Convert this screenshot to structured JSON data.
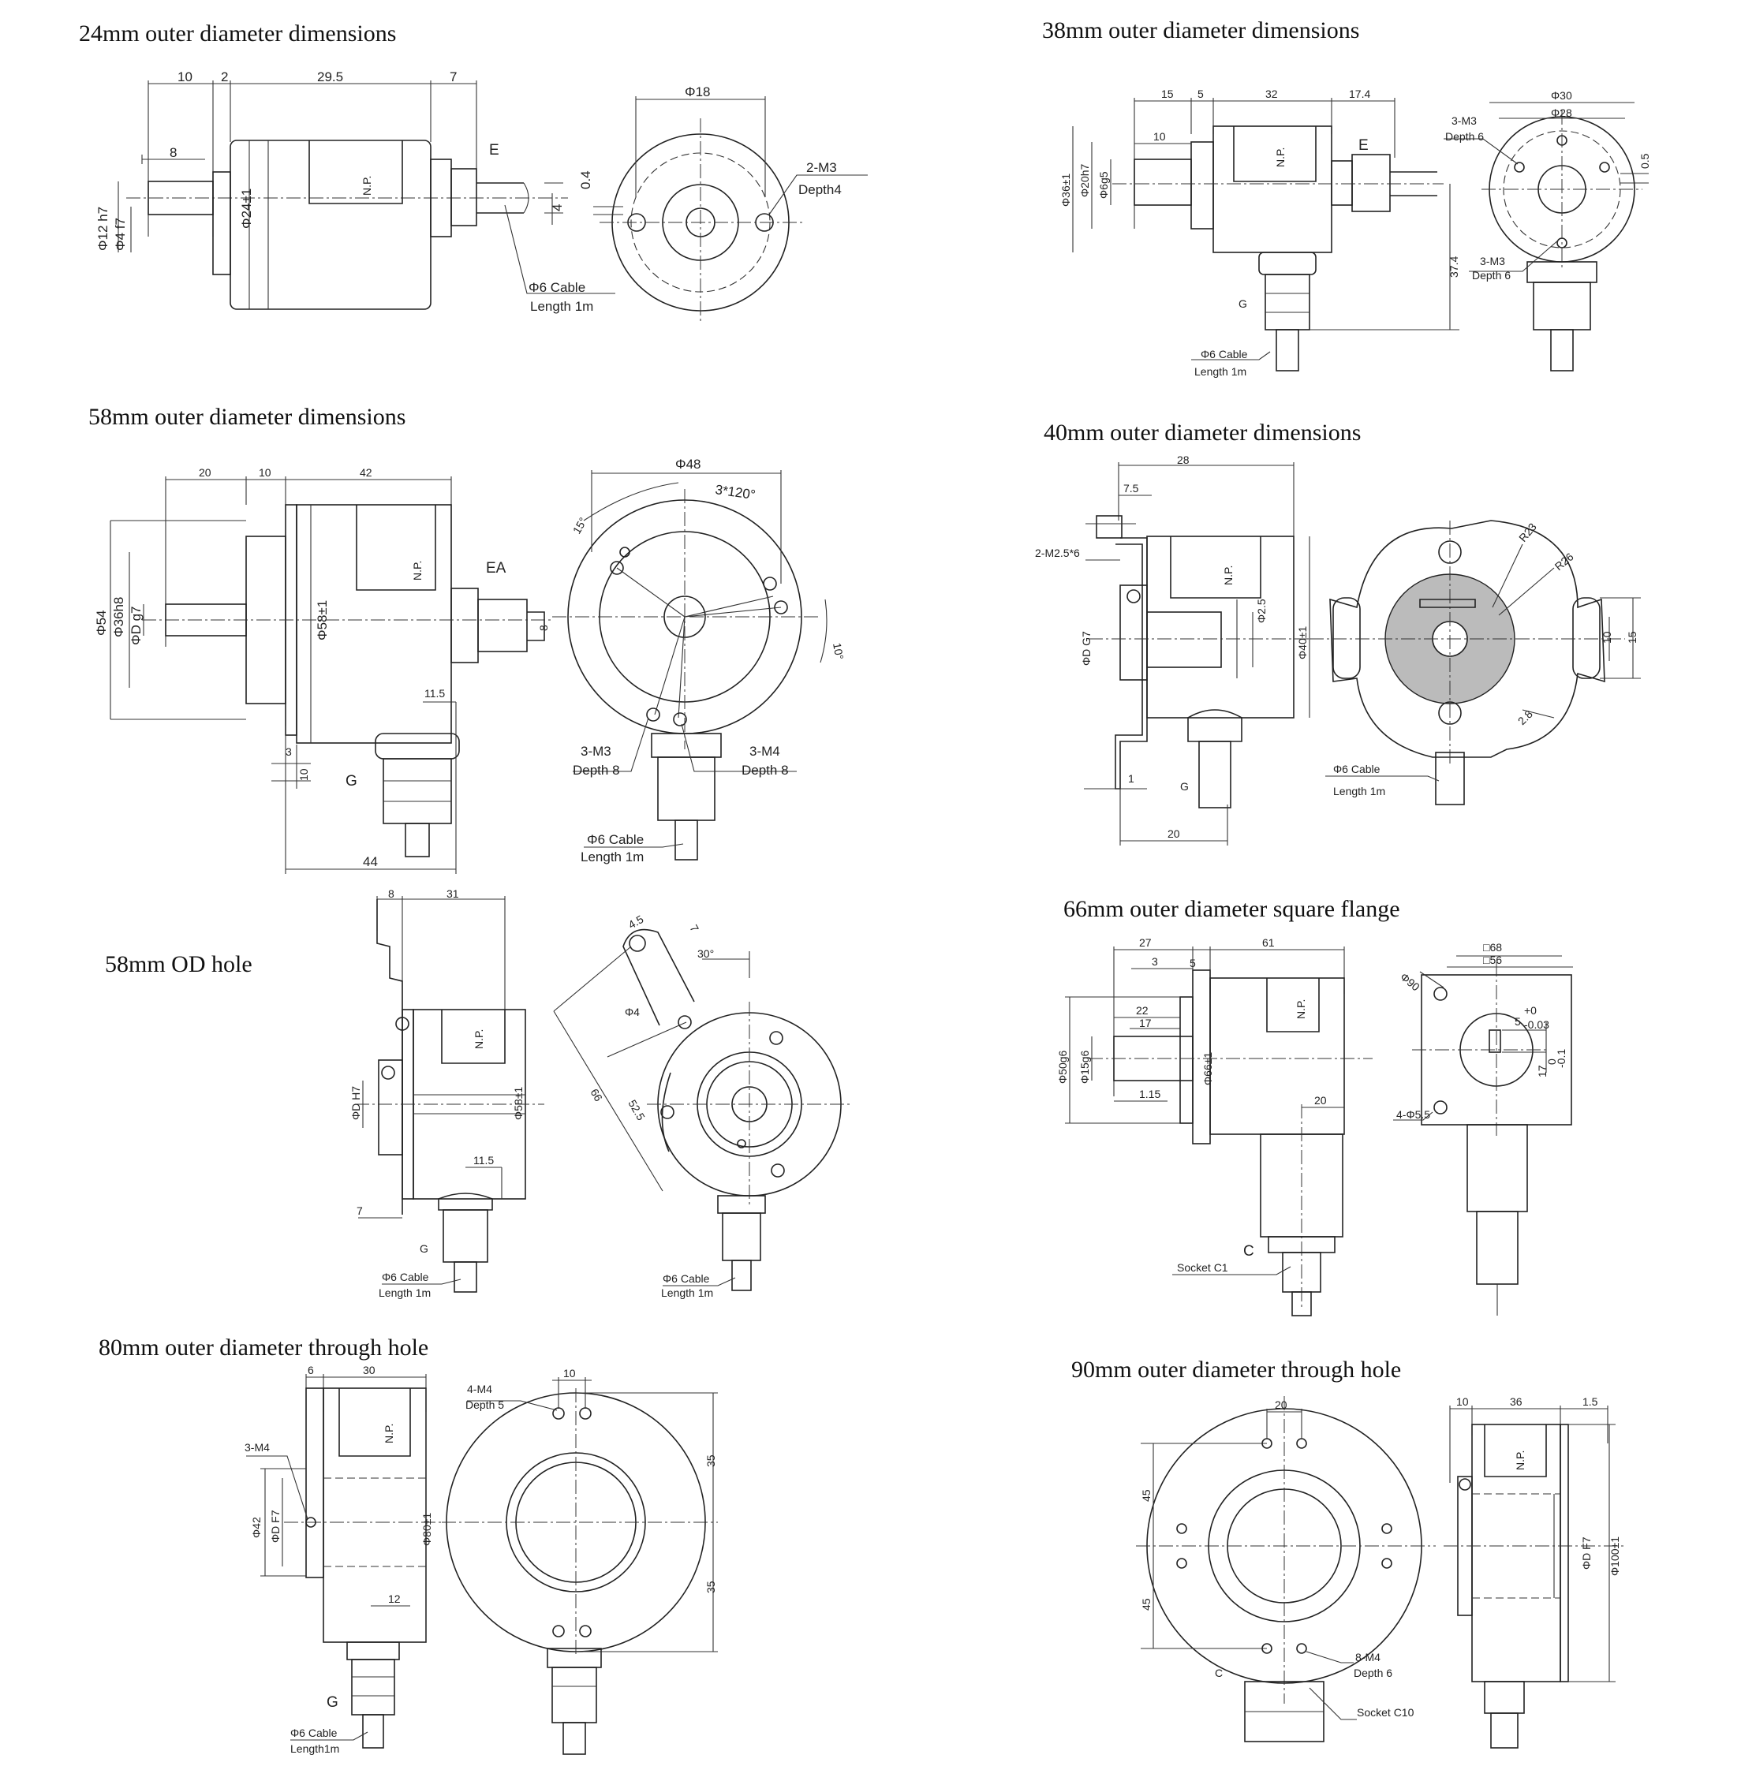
{
  "titles": {
    "p24": "24mm outer diameter dimensions",
    "p38": "38mm outer diameter dimensions",
    "p58": "58mm outer diameter dimensions",
    "p40": "40mm outer diameter dimensions",
    "p58h": "58mm OD hole",
    "p66": "66mm outer diameter square flange",
    "p80": "80mm outer diameter through hole",
    "p90": "90mm outer diameter through hole"
  },
  "p24": {
    "d10": "10",
    "d2": "2",
    "d29_5": "29.5",
    "d7": "7",
    "d8": "8",
    "e": "E",
    "np": "N.P.",
    "phi12": "Φ12 h7",
    "phi4": "Φ4 f7",
    "phi24": "Φ24±1",
    "d0_4": "0.4",
    "d4": "4",
    "cable": "Φ6 Cable",
    "length": "Length 1m",
    "phi18": "Φ18",
    "m3": "2-M3",
    "depth": "Depth4"
  },
  "p38": {
    "d15": "15",
    "d5": "5",
    "d32": "32",
    "d17_4": "17.4",
    "d10": "10",
    "e": "E",
    "np": "N.P.",
    "phi36": "Φ36±1",
    "phi20": "Φ20h7",
    "phi6": "Φ6g5",
    "d37_4": "37.4",
    "g": "G",
    "cable": "Φ6 Cable",
    "length": "Length 1m",
    "phi30": "Φ30",
    "phi28": "Φ28",
    "m3a": "3-M3",
    "deptha": "Depth 6",
    "d0_5": "0.5",
    "m3b": "3-M3",
    "depthb": "Depth 6"
  },
  "p58": {
    "d20": "20",
    "d10": "10",
    "d42": "42",
    "ea": "EA",
    "np": "N.P.",
    "phi54": "Φ54",
    "phi36": "Φ36h8",
    "phid": "ΦD g7",
    "phi58": "Φ58±1",
    "d8": "8",
    "d11_5": "11.5",
    "d3": "3",
    "d10b": "10",
    "g": "G",
    "d44": "44",
    "phi48": "Φ48",
    "d3x120": "3*120°",
    "d15deg": "15°",
    "d10deg": "10°",
    "m3": "3-M3",
    "depth8a": "Depth 8",
    "m4": "3-M4",
    "depth8b": "Depth 8",
    "cable": "Φ6 Cable",
    "length": "Length 1m"
  },
  "p40": {
    "d28": "28",
    "d7_5": "7.5",
    "m25": "2-M2.5*6",
    "np": "N.P.",
    "phid": "ΦD G7",
    "phi2_5": "Φ2.5",
    "phi40": "Φ40±1",
    "d1": "1",
    "g": "G",
    "d20": "20",
    "r23": "R23",
    "r26": "R26",
    "d10": "10",
    "d15": "15",
    "d2_8": "2.8",
    "cable": "Φ6 Cable",
    "length": "Length 1m"
  },
  "p58h": {
    "d8": "8",
    "d31": "31",
    "np": "N.P.",
    "phidh": "ΦD H7",
    "phi58": "Φ58±1",
    "d11_5": "11.5",
    "d7": "7",
    "g": "G",
    "cable1": "Φ6 Cable",
    "length1": "Length 1m",
    "d4_5": "4.5",
    "d7b": "7",
    "d30": "30°",
    "phi4": "Φ4",
    "d66": "66",
    "d52_5": "52.5",
    "cable2": "Φ6 Cable",
    "length2": "Length 1m"
  },
  "p66": {
    "d27": "27",
    "d61": "61",
    "d3": "3",
    "d5": "5",
    "d22": "22",
    "d17": "17",
    "np": "N.P.",
    "phi50": "Φ50g6",
    "phi15": "Φ15g6",
    "phi66": "Φ66±1",
    "d1_15": "1.15",
    "d20": "20",
    "c": "C",
    "socket": "Socket C1",
    "sq68": "□68",
    "sq56": "□56",
    "phi90": "Φ90",
    "d5tol": "5",
    "tol1": "+0",
    "tol2": "-0.03",
    "d17tol": "17",
    "tol3": "0",
    "tol4": "-0.1",
    "holes": "4-Φ5.5"
  },
  "p80": {
    "d6": "6",
    "d30": "30",
    "m4a": "3-M4",
    "np": "N.P.",
    "phi42": "Φ42",
    "phidf": "ΦD F7",
    "phi80": "Φ80±1",
    "d12": "12",
    "g": "G",
    "cable": "Φ6 Cable",
    "length": "Length1m",
    "m4b": "4-M4",
    "depth": "Depth 5",
    "d10": "10",
    "d35a": "35",
    "d35b": "35"
  },
  "p90": {
    "d20": "20",
    "d45a": "45",
    "d45b": "45",
    "c": "C",
    "m4": "8-M4",
    "depth": "Depth 6",
    "socket": "Socket C10",
    "d10": "10",
    "d36": "36",
    "d1_5": "1.5",
    "np": "N.P.",
    "phidf": "ΦD F7",
    "phi100": "Φ100±1"
  }
}
